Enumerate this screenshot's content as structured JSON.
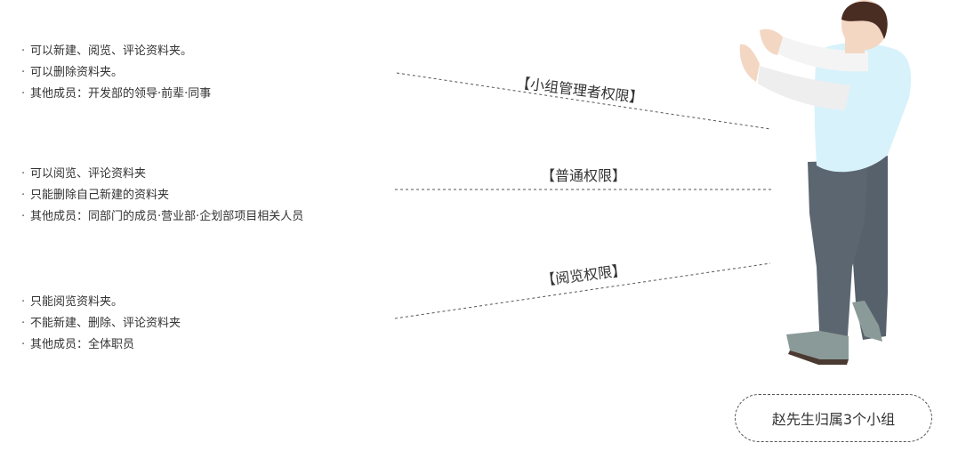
{
  "groups": [
    {
      "label": "【小组管理者权限】",
      "items": [
        "可以新建、阅览、评论资料夹。",
        "可以删除资料夹。",
        "其他成员：开发部的领导·前辈·同事"
      ]
    },
    {
      "label": "【普通权限】",
      "items": [
        "可以阅览、评论资料夹",
        "只能删除自己新建的资料夹",
        "其他成员：同部门的成员·营业部·企划部项目相关人员"
      ]
    },
    {
      "label": "【阅览权限】",
      "items": [
        "只能阅览资料夹。",
        "不能新建、删除、评论资料夹",
        "其他成员：全体职员"
      ]
    }
  ],
  "bullet": "·",
  "owner": {
    "label": "赵先生归属3个小组"
  },
  "colors": {
    "shirt": "#d8f2fb",
    "pants": "#5b6670",
    "hair": "#4a2d22",
    "skin": "#f3d7c3",
    "shoes": "#8a9a98",
    "line": "#555555",
    "text": "#333333"
  }
}
